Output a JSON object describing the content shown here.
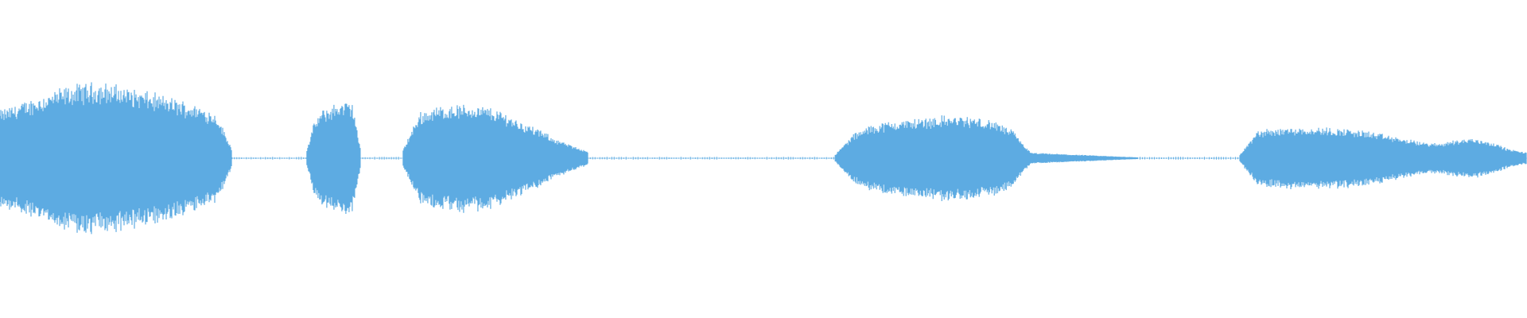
{
  "waveform": {
    "color": "#5dabe2",
    "background": "#ffffff",
    "duration_fraction_segments": [
      {
        "name": "segment-1",
        "start": 0.0,
        "end": 0.152,
        "envelope": [
          0.52,
          0.58,
          0.64,
          0.7,
          0.76,
          0.8,
          0.82,
          0.81,
          0.78,
          0.74,
          0.7,
          0.66,
          0.61,
          0.56,
          0.48,
          0.1
        ]
      },
      {
        "name": "segment-2",
        "start": 0.201,
        "end": 0.236,
        "envelope": [
          0.1,
          0.4,
          0.52,
          0.56,
          0.6,
          0.62,
          0.6,
          0.1
        ]
      },
      {
        "name": "segment-3",
        "start": 0.264,
        "end": 0.385,
        "envelope": [
          0.1,
          0.5,
          0.56,
          0.58,
          0.58,
          0.56,
          0.5,
          0.4,
          0.32,
          0.22,
          0.14,
          0.08
        ]
      },
      {
        "name": "segment-4",
        "start": 0.547,
        "end": 0.675,
        "envelope": [
          0.04,
          0.26,
          0.36,
          0.4,
          0.42,
          0.44,
          0.46,
          0.46,
          0.44,
          0.4,
          0.3,
          0.06
        ]
      },
      {
        "name": "segment-5",
        "start": 0.675,
        "end": 0.745,
        "envelope": [
          0.06,
          0.05,
          0.04,
          0.03,
          0.02,
          0.01
        ]
      },
      {
        "name": "segment-6",
        "start": 0.812,
        "end": 1.0,
        "envelope": [
          0.04,
          0.3,
          0.33,
          0.34,
          0.34,
          0.33,
          0.32,
          0.3,
          0.26,
          0.22,
          0.18,
          0.16,
          0.2,
          0.22,
          0.18,
          0.1,
          0.06
        ]
      }
    ],
    "baseline_tail_segments": [
      {
        "start": 0.152,
        "end": 0.201
      },
      {
        "start": 0.236,
        "end": 0.264
      },
      {
        "start": 0.385,
        "end": 0.547
      },
      {
        "start": 0.745,
        "end": 0.812
      }
    ]
  }
}
